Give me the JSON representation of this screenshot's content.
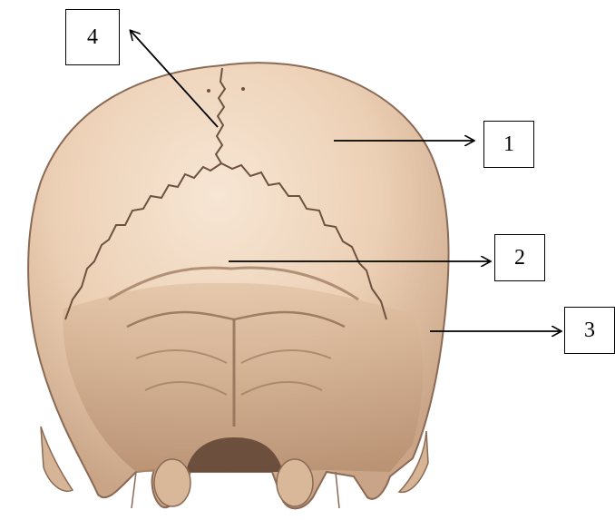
{
  "labels": [
    {
      "id": "1",
      "text": "1"
    },
    {
      "id": "2",
      "text": "2"
    },
    {
      "id": "3",
      "text": "3"
    },
    {
      "id": "4",
      "text": "4"
    }
  ],
  "colors": {
    "bone_light": "#f2d9c2",
    "bone_mid": "#e3c2a3",
    "bone_dark": "#b99172",
    "suture": "#6e5240",
    "outline": "#8a6a55",
    "arrow": "#000000"
  },
  "icons": {
    "figure": "skull-posterior-view-illustration",
    "pointer": "arrow-pointer"
  }
}
